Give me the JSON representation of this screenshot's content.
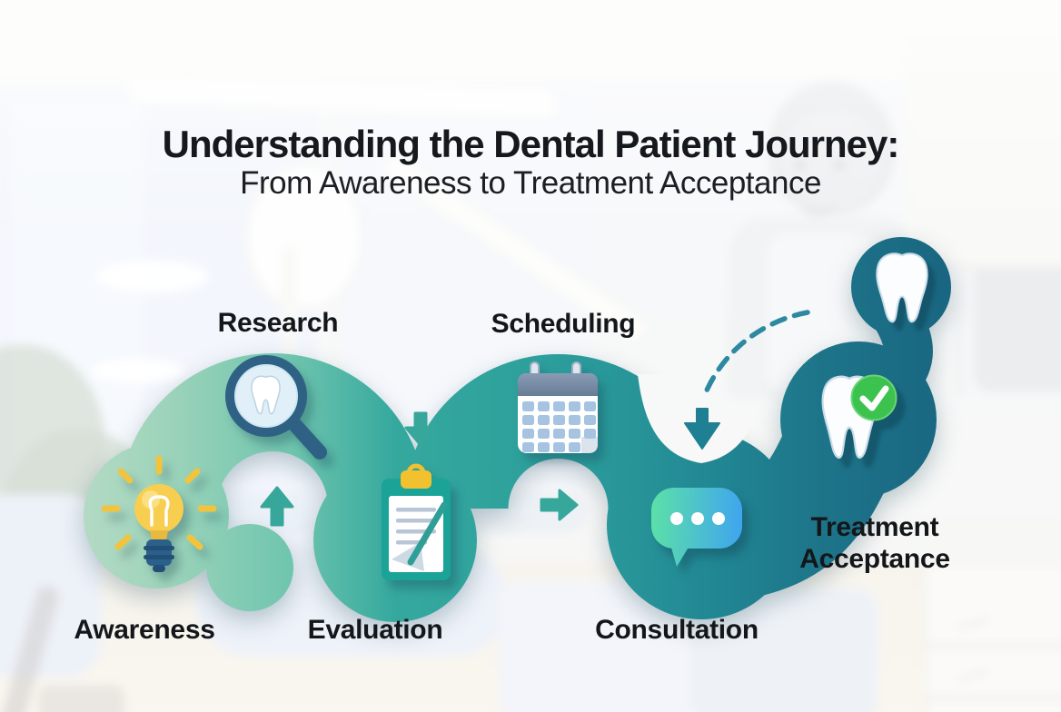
{
  "title": {
    "line1": "Understanding the Dental Patient Journey:",
    "line2": "From Awareness to Treatment Acceptance"
  },
  "stages": [
    {
      "label": "Awareness",
      "icon": "lightbulb-icon"
    },
    {
      "label": "Research",
      "icon": "magnifier-tooth-icon"
    },
    {
      "label": "Evaluation",
      "icon": "clipboard-checklist-icon"
    },
    {
      "label": "Scheduling",
      "icon": "calendar-icon"
    },
    {
      "label": "Consultation",
      "icon": "chat-bubble-icon"
    },
    {
      "label": "Treatment Acceptance",
      "label_line1": "Treatment",
      "label_line2": "Acceptance",
      "icon": "tooth-check-icon"
    }
  ],
  "decor_icons": [
    "tooth-icon",
    "up-arrow-icon",
    "down-arrow-icon",
    "right-arrow-icon",
    "dashed-curve-arrow-icon"
  ],
  "colors": {
    "ribbon_gradient": [
      "#b4dac4",
      "#9cd3ba",
      "#6fc5ae",
      "#35a89e",
      "#2ea19c",
      "#289699",
      "#218693",
      "#1d7489",
      "#196581"
    ],
    "arrow_teal": "#37a79c",
    "dashed_arrow_teal": "#2c89a0",
    "chat_bubble_gradient": [
      "#5ce0a8",
      "#3fa5ee"
    ],
    "check_green": "#3cc24e",
    "bulb_yellow": "#f7ce4f",
    "bulb_base_blue": "#2b608b",
    "magnifier_blue": "#2e6183",
    "clipboard_teal": "#1ba397",
    "clip_yellow": "#f1c12f",
    "calendar_header_slate": "#8495ae",
    "calendar_cell_blue": "#a6c3e2",
    "tooth_white": "#fbfdfe",
    "title_text": "#15181c"
  }
}
